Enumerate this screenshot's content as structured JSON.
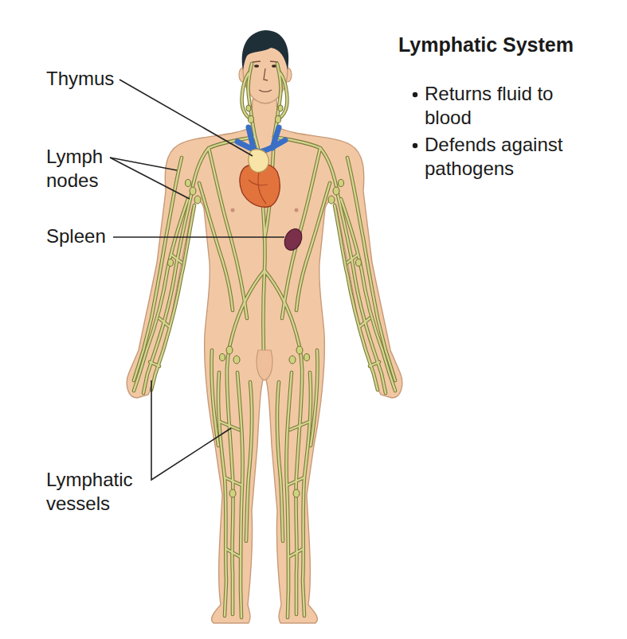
{
  "diagram": {
    "title": "Lymphatic System",
    "labels": [
      "Thymus",
      "Lymph nodes",
      "Spleen",
      "Lymphatic vessels",
      "Returns fluid to blood",
      "Defends against pathogens"
    ]
  }
}
